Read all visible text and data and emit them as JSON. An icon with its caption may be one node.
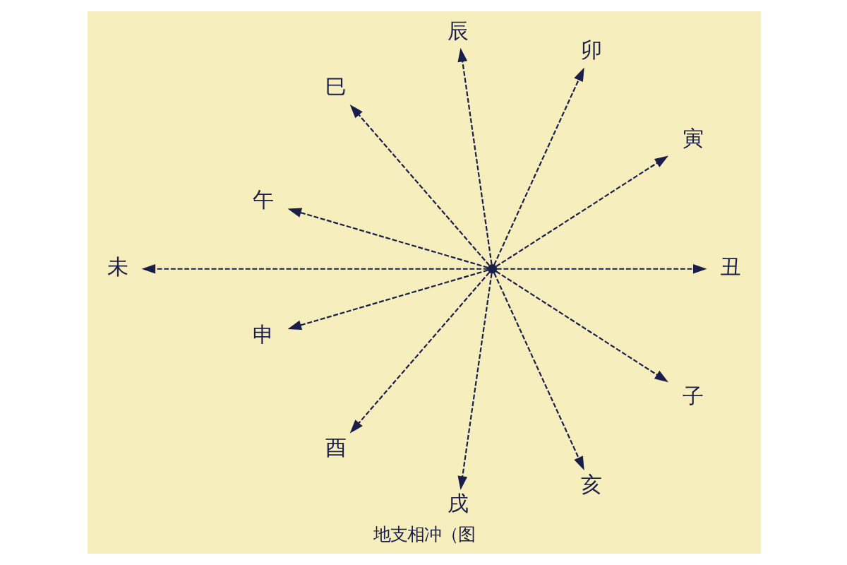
{
  "diagram": {
    "caption": "地支相冲（图",
    "nodes": [
      {
        "text": [
          "未"
        ]
      },
      {
        "text": [
          "申"
        ]
      },
      {
        "text": [
          "酉"
        ]
      },
      {
        "text": [
          "戌"
        ]
      },
      {
        "text": [
          "亥"
        ]
      },
      {
        "text": [
          "子"
        ]
      },
      {
        "text": [
          "丑"
        ]
      },
      {
        "text": [
          "寅"
        ]
      },
      {
        "text": [
          "卯"
        ]
      },
      {
        "text": [
          "辰"
        ]
      },
      {
        "text": [
          "巳"
        ]
      },
      {
        "text": [
          "午"
        ]
      },
      {
        "text": [],
        "shape": "circle"
      }
    ],
    "edges": [
      {
        "from": 12,
        "to": 0,
        "arrow": "to",
        "style": "dashed"
      },
      {
        "from": 12,
        "to": 1,
        "arrow": "to",
        "style": "dashed"
      },
      {
        "from": 12,
        "to": 2,
        "arrow": "to",
        "style": "dashed"
      },
      {
        "from": 12,
        "to": 3,
        "arrow": "to",
        "style": "dashed"
      },
      {
        "from": 12,
        "to": 4,
        "arrow": "to",
        "style": "dashed"
      },
      {
        "from": 12,
        "to": 5,
        "arrow": "to",
        "style": "dashed"
      },
      {
        "from": 12,
        "to": 6,
        "arrow": "to",
        "style": "dashed"
      },
      {
        "from": 12,
        "to": 7,
        "arrow": "to",
        "style": "dashed"
      },
      {
        "from": 12,
        "to": 8,
        "arrow": "to",
        "style": "dashed"
      },
      {
        "from": 12,
        "to": 9,
        "arrow": "to",
        "style": "dashed"
      },
      {
        "from": 12,
        "to": 10,
        "arrow": "to",
        "style": "dashed"
      },
      {
        "from": 12,
        "to": 11,
        "arrow": "to",
        "style": "dashed"
      }
    ]
  }
}
